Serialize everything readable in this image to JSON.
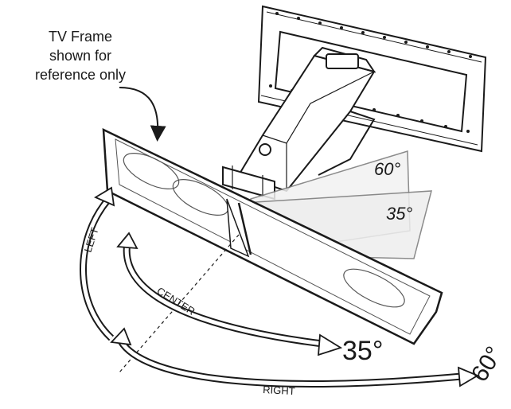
{
  "callout": {
    "line1": "TV Frame",
    "line2": "shown for",
    "line3": "reference only"
  },
  "angles": {
    "upper_wedge": "60°",
    "lower_wedge": "35°"
  },
  "arcs": {
    "left": {
      "label": "LEFT"
    },
    "center": {
      "label": "CENTER",
      "end_value": "35°"
    },
    "right": {
      "label": "RIGHT",
      "end_value": "60°"
    }
  }
}
